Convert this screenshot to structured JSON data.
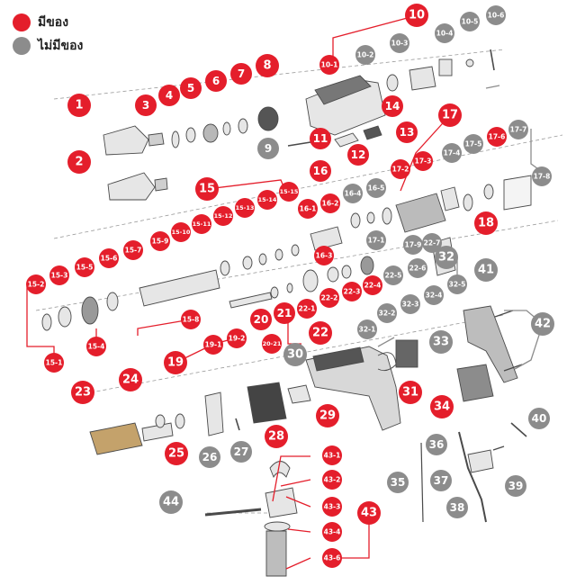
{
  "legend": {
    "in_stock": {
      "label": "มีของ",
      "color": "#e41e2b"
    },
    "out_of_stock": {
      "label": "ไม่มีของ",
      "color": "#8c8c8c"
    }
  },
  "parts": [
    {
      "id": "1",
      "status": "in_stock"
    },
    {
      "id": "2",
      "status": "in_stock"
    },
    {
      "id": "3",
      "status": "in_stock"
    },
    {
      "id": "4",
      "status": "in_stock"
    },
    {
      "id": "5",
      "status": "in_stock"
    },
    {
      "id": "6",
      "status": "in_stock"
    },
    {
      "id": "7",
      "status": "in_stock"
    },
    {
      "id": "8",
      "status": "in_stock"
    },
    {
      "id": "9",
      "status": "out_of_stock"
    },
    {
      "id": "10",
      "status": "in_stock"
    },
    {
      "id": "10-1",
      "status": "in_stock"
    },
    {
      "id": "10-2",
      "status": "out_of_stock"
    },
    {
      "id": "10-3",
      "status": "out_of_stock"
    },
    {
      "id": "10-4",
      "status": "out_of_stock"
    },
    {
      "id": "10-5",
      "status": "out_of_stock"
    },
    {
      "id": "10-6",
      "status": "out_of_stock"
    },
    {
      "id": "11",
      "status": "in_stock"
    },
    {
      "id": "12",
      "status": "in_stock"
    },
    {
      "id": "13",
      "status": "in_stock"
    },
    {
      "id": "14",
      "status": "in_stock"
    },
    {
      "id": "15",
      "status": "in_stock"
    },
    {
      "id": "15-1",
      "status": "in_stock"
    },
    {
      "id": "15-2",
      "status": "in_stock"
    },
    {
      "id": "15-3",
      "status": "in_stock"
    },
    {
      "id": "15-4",
      "status": "in_stock"
    },
    {
      "id": "15-5",
      "status": "in_stock"
    },
    {
      "id": "15-6",
      "status": "in_stock"
    },
    {
      "id": "15-7",
      "status": "in_stock"
    },
    {
      "id": "15-8",
      "status": "in_stock"
    },
    {
      "id": "15-9",
      "status": "in_stock"
    },
    {
      "id": "15-10",
      "status": "in_stock"
    },
    {
      "id": "15-11",
      "status": "in_stock"
    },
    {
      "id": "15-12",
      "status": "in_stock"
    },
    {
      "id": "15-13",
      "status": "in_stock"
    },
    {
      "id": "15-14",
      "status": "in_stock"
    },
    {
      "id": "15-15",
      "status": "in_stock"
    },
    {
      "id": "16",
      "status": "in_stock"
    },
    {
      "id": "16-1",
      "status": "in_stock"
    },
    {
      "id": "16-2",
      "status": "in_stock"
    },
    {
      "id": "16-3",
      "status": "in_stock"
    },
    {
      "id": "16-4",
      "status": "out_of_stock"
    },
    {
      "id": "16-5",
      "status": "out_of_stock"
    },
    {
      "id": "17",
      "status": "in_stock"
    },
    {
      "id": "17-1",
      "status": "out_of_stock"
    },
    {
      "id": "17-2",
      "status": "in_stock"
    },
    {
      "id": "17-3",
      "status": "in_stock"
    },
    {
      "id": "17-4",
      "status": "out_of_stock"
    },
    {
      "id": "17-5",
      "status": "out_of_stock"
    },
    {
      "id": "17-6",
      "status": "in_stock"
    },
    {
      "id": "17-7",
      "status": "out_of_stock"
    },
    {
      "id": "17-8",
      "status": "out_of_stock"
    },
    {
      "id": "17-9",
      "status": "out_of_stock"
    },
    {
      "id": "18",
      "status": "in_stock"
    },
    {
      "id": "19",
      "status": "in_stock"
    },
    {
      "id": "19-1",
      "status": "in_stock"
    },
    {
      "id": "19-2",
      "status": "in_stock"
    },
    {
      "id": "20",
      "status": "in_stock"
    },
    {
      "id": "20-21",
      "status": "in_stock"
    },
    {
      "id": "21",
      "status": "in_stock"
    },
    {
      "id": "22",
      "status": "in_stock"
    },
    {
      "id": "22-1",
      "status": "in_stock"
    },
    {
      "id": "22-2",
      "status": "in_stock"
    },
    {
      "id": "22-3",
      "status": "in_stock"
    },
    {
      "id": "22-4",
      "status": "in_stock"
    },
    {
      "id": "22-5",
      "status": "out_of_stock"
    },
    {
      "id": "22-6",
      "status": "out_of_stock"
    },
    {
      "id": "22-7",
      "status": "out_of_stock"
    },
    {
      "id": "23",
      "status": "in_stock"
    },
    {
      "id": "24",
      "status": "in_stock"
    },
    {
      "id": "25",
      "status": "in_stock"
    },
    {
      "id": "26",
      "status": "out_of_stock"
    },
    {
      "id": "27",
      "status": "out_of_stock"
    },
    {
      "id": "28",
      "status": "in_stock"
    },
    {
      "id": "29",
      "status": "in_stock"
    },
    {
      "id": "30",
      "status": "out_of_stock"
    },
    {
      "id": "31",
      "status": "in_stock"
    },
    {
      "id": "32",
      "status": "out_of_stock"
    },
    {
      "id": "32-1",
      "status": "out_of_stock"
    },
    {
      "id": "32-2",
      "status": "out_of_stock"
    },
    {
      "id": "32-3",
      "status": "out_of_stock"
    },
    {
      "id": "32-4",
      "status": "out_of_stock"
    },
    {
      "id": "32-5",
      "status": "out_of_stock"
    },
    {
      "id": "33",
      "status": "out_of_stock"
    },
    {
      "id": "34",
      "status": "in_stock"
    },
    {
      "id": "35",
      "status": "out_of_stock"
    },
    {
      "id": "36",
      "status": "out_of_stock"
    },
    {
      "id": "37",
      "status": "out_of_stock"
    },
    {
      "id": "38",
      "status": "out_of_stock"
    },
    {
      "id": "39",
      "status": "out_of_stock"
    },
    {
      "id": "40",
      "status": "out_of_stock"
    },
    {
      "id": "41",
      "status": "out_of_stock"
    },
    {
      "id": "42",
      "status": "out_of_stock"
    },
    {
      "id": "43",
      "status": "in_stock"
    },
    {
      "id": "43-1",
      "status": "in_stock"
    },
    {
      "id": "43-2",
      "status": "in_stock"
    },
    {
      "id": "43-3",
      "status": "in_stock"
    },
    {
      "id": "43-4",
      "status": "in_stock"
    },
    {
      "id": "43-6",
      "status": "in_stock"
    },
    {
      "id": "44",
      "status": "out_of_stock"
    }
  ]
}
